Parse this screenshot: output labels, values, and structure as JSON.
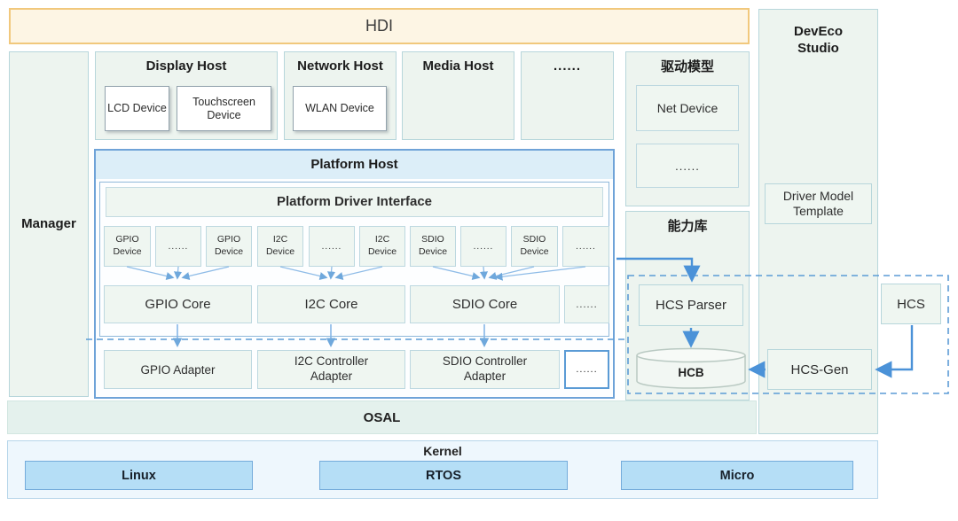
{
  "hdi": {
    "label": "HDI"
  },
  "manager": {
    "label": "Manager"
  },
  "hosts": [
    {
      "title": "Display Host",
      "devices": [
        "LCD Device",
        "Touchscreen Device"
      ]
    },
    {
      "title": "Network Host",
      "devices": [
        "WLAN Device"
      ]
    },
    {
      "title": "Media Host",
      "devices": []
    },
    {
      "title": "......",
      "devices": []
    }
  ],
  "driver_model": {
    "title": "驱动模型",
    "items": [
      "Net Device",
      "......"
    ]
  },
  "capability_lib": {
    "title": "能力库",
    "hcs_parser": "HCS Parser",
    "hcb": "HCB"
  },
  "deveco": {
    "title": "DevEco Studio",
    "template": "Driver Model Template",
    "hcs_gen": "HCS-Gen"
  },
  "hcs": {
    "label": "HCS"
  },
  "platform": {
    "title": "Platform Host",
    "interface_label": "Platform Driver Interface",
    "devices": [
      "GPIO Device",
      "......",
      "GPIO Device",
      "I2C Device",
      "......",
      "I2C Device",
      "SDIO Device",
      "......",
      "SDIO Device",
      "......"
    ],
    "cores": [
      "GPIO Core",
      "I2C Core",
      "SDIO Core",
      "......"
    ],
    "adapters": [
      "GPIO Adapter",
      "I2C Controller Adapter",
      "SDIO Controller Adapter",
      "......"
    ]
  },
  "osal": {
    "label": "OSAL"
  },
  "kernel": {
    "title": "Kernel",
    "items": [
      "Linux",
      "RTOS",
      "Micro"
    ]
  },
  "colors": {
    "hdi_fill": "#fdf5e4",
    "hdi_border": "#f1c87c",
    "panel_fill": "#edf4ef",
    "panel_border": "#b7d6db",
    "platform_border": "#6fa3d8",
    "platform_header": "#dceef8",
    "cell_fill": "#eff6f1",
    "kernel_item_fill": "#b5def6",
    "kernel_item_border": "#74abdb",
    "arrow_thin": "#8fbce7",
    "arrow_thick": "#4b92d8",
    "dashed": "#5b9bd5"
  }
}
